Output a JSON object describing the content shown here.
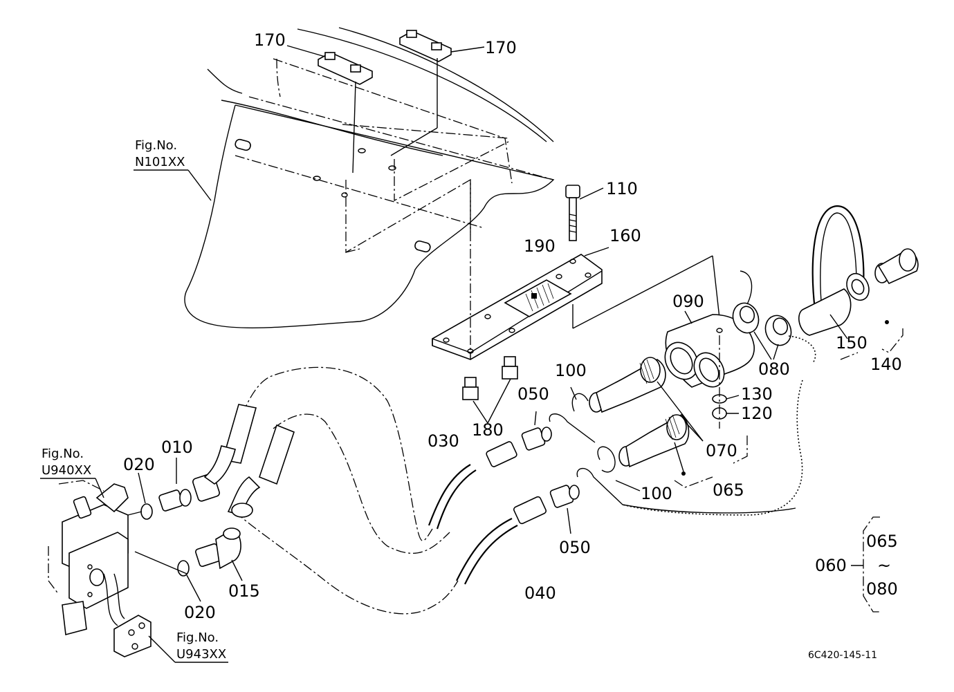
{
  "refs": {
    "n101": {
      "l1": "Fig.No.",
      "l2": "N101XX"
    },
    "u940": {
      "l1": "Fig.No.",
      "l2": "U940XX"
    },
    "u943": {
      "l1": "Fig.No.",
      "l2": "U943XX"
    }
  },
  "labels": {
    "p170a": "170",
    "p170b": "170",
    "p110": "110",
    "p160": "160",
    "p190": "190",
    "p090": "090",
    "p080": "080",
    "p150": "150",
    "p140": "140",
    "p100a": "100",
    "p100b": "100",
    "p050a": "050",
    "p050b": "050",
    "p180": "180",
    "p030": "030",
    "p130": "130",
    "p120": "120",
    "p070": "070",
    "p065": "065",
    "p010": "010",
    "p020a": "020",
    "p020b": "020",
    "p015": "015",
    "p040": "040"
  },
  "range": {
    "main": "060",
    "from": "065",
    "sep": "~",
    "to": "080"
  },
  "drawing_code": "6C420-145-11"
}
